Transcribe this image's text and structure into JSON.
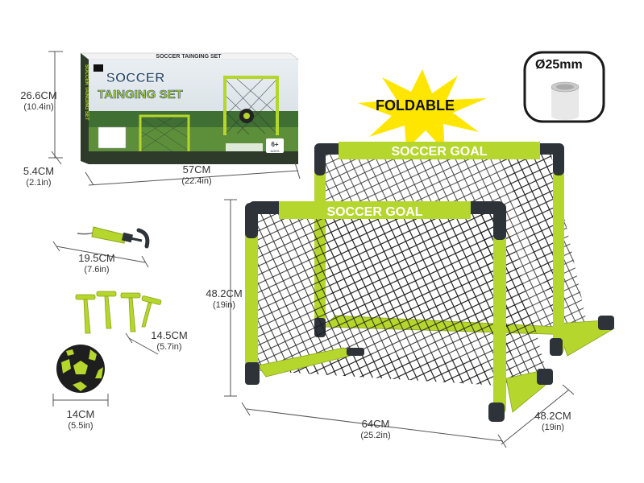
{
  "box": {
    "title_line1": "SOCCER",
    "title_line2": "TAINGING SET",
    "top_text": "SOCCER TAINGING SET",
    "side_text": "SOCCER TAINGING SET",
    "age": "6+",
    "age_sub": "AGES"
  },
  "badge": {
    "text": "FOLDABLE"
  },
  "diameter": {
    "text": "Ø25mm"
  },
  "goal_banner": {
    "large": "SOCCER GOAL",
    "small": "SOCCER GOAL"
  },
  "dimensions": {
    "box_height": {
      "cm": "26.6CM",
      "in": "(10.4in)"
    },
    "box_depth": {
      "cm": "5.4CM",
      "in": "(2.1in)"
    },
    "box_width": {
      "cm": "57CM",
      "in": "(22.4in)"
    },
    "pump": {
      "cm": "19.5CM",
      "in": "(7.6in)"
    },
    "pegs": {
      "cm": "14.5CM",
      "in": "(5.7in)"
    },
    "ball": {
      "cm": "14CM",
      "in": "(5.5in)"
    },
    "goal_height": {
      "cm": "48.2CM",
      "in": "(19in)"
    },
    "goal_width": {
      "cm": "64CM",
      "in": "(25.2in)"
    },
    "goal_depth": {
      "cm": "48.2CM",
      "in": "(19in)"
    }
  },
  "colors": {
    "lime": "#b5d62c",
    "frame": "#2d3338",
    "net": "#1a1a1a",
    "burst": "#ffe600"
  }
}
